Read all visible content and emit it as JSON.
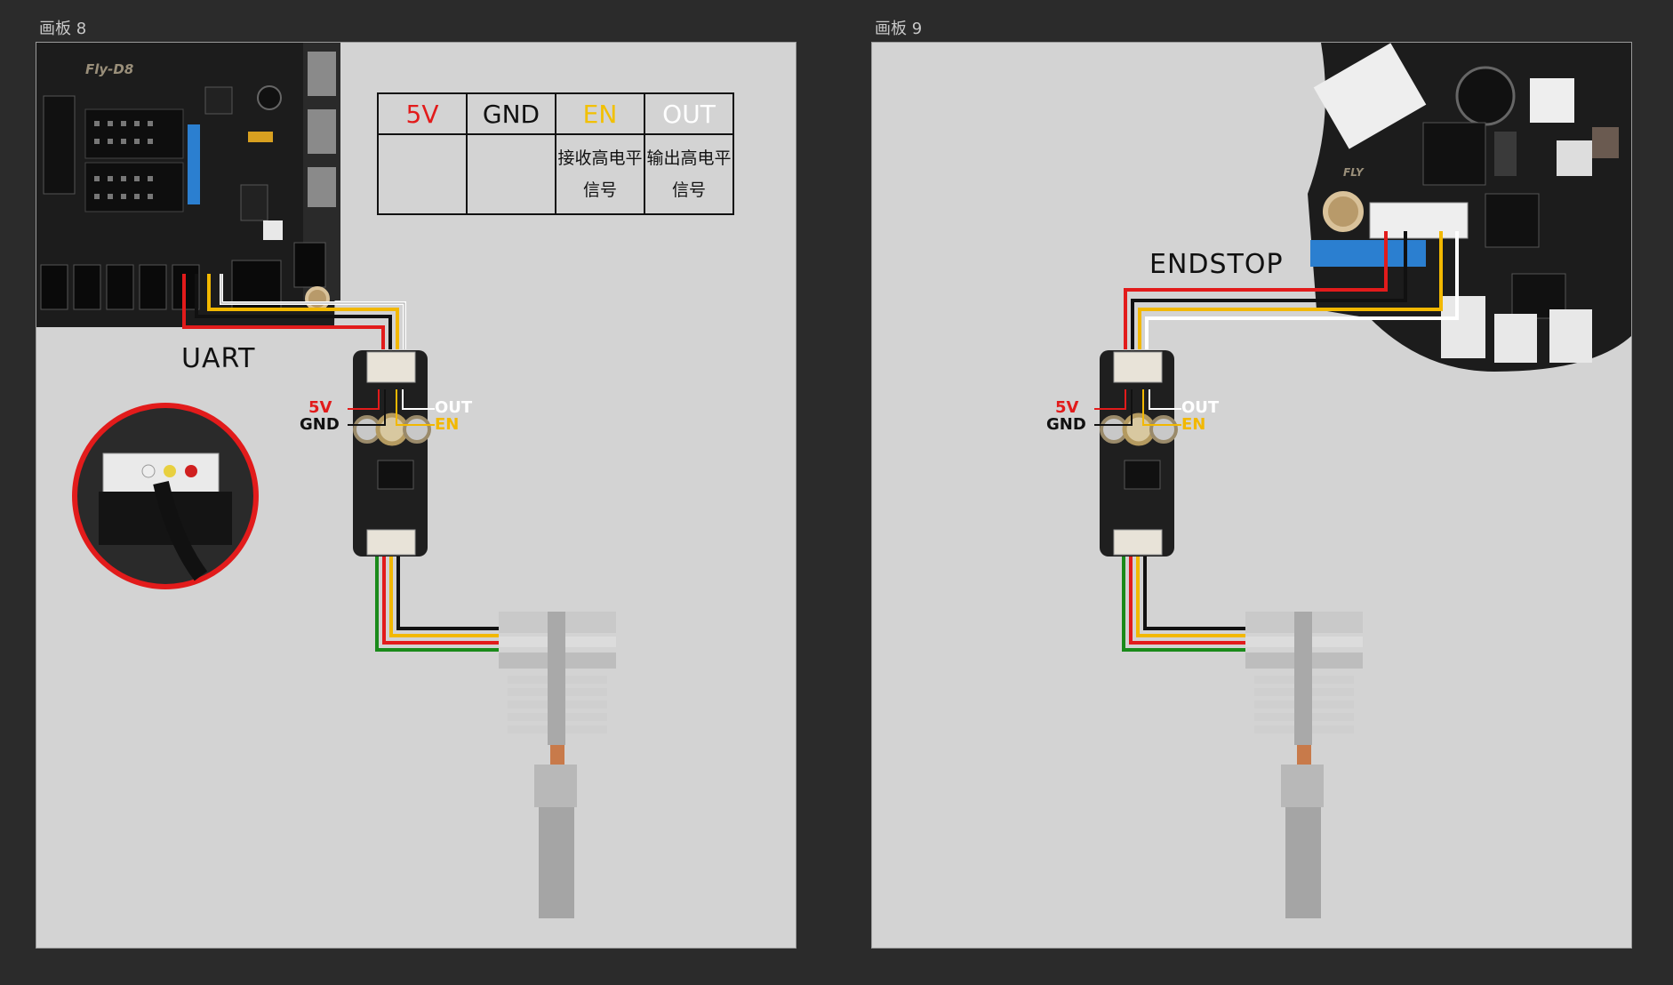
{
  "artboards": [
    {
      "name": "画板 8",
      "board_label": "Fly-D8",
      "connector_label": "UART",
      "table": {
        "headers": [
          "5V",
          "GND",
          "EN",
          "OUT"
        ],
        "en_desc": "接收高电平信号",
        "out_desc": "输出高电平信号"
      },
      "pins": {
        "v5": "5V",
        "gnd": "GND",
        "out": "OUT",
        "en": "EN"
      }
    },
    {
      "name": "画板 9",
      "board_label": "FLY",
      "connector_label": "ENDSTOP",
      "pins": {
        "v5": "5V",
        "gnd": "GND",
        "out": "OUT",
        "en": "EN"
      }
    }
  ],
  "colors": {
    "background": "#2b2b2b",
    "artboard": "#d3d3d3",
    "wire_red": "#e21b1b",
    "wire_yellow": "#f2b800",
    "wire_black": "#111111",
    "wire_white": "#ffffff",
    "wire_green": "#1a8a1a"
  }
}
